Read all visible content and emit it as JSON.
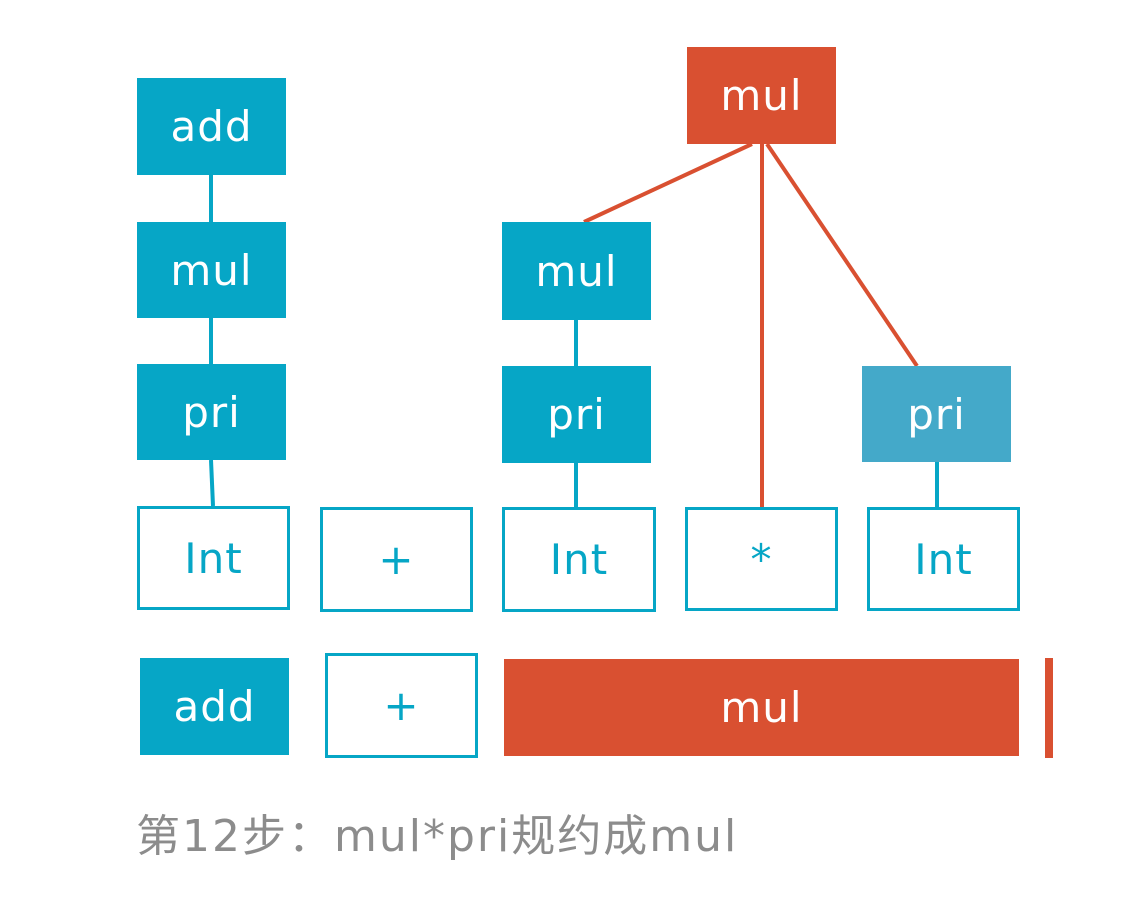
{
  "colors": {
    "teal": "#06a6c6",
    "light_teal": "#44a9c9",
    "orange": "#d95031",
    "caption": "#8c8c8c"
  },
  "nodes": {
    "add_top": "add",
    "mul_left": "mul",
    "pri_left": "pri",
    "int_1": "Int",
    "plus": "+",
    "mul_mid": "mul",
    "pri_mid": "pri",
    "int_2": "Int",
    "star": "*",
    "pri_right": "pri",
    "int_3": "Int",
    "mul_root": "mul"
  },
  "stack": {
    "add": "add",
    "plus": "+",
    "mul": "mul"
  },
  "caption": "第12步：mul*pri规约成mul"
}
